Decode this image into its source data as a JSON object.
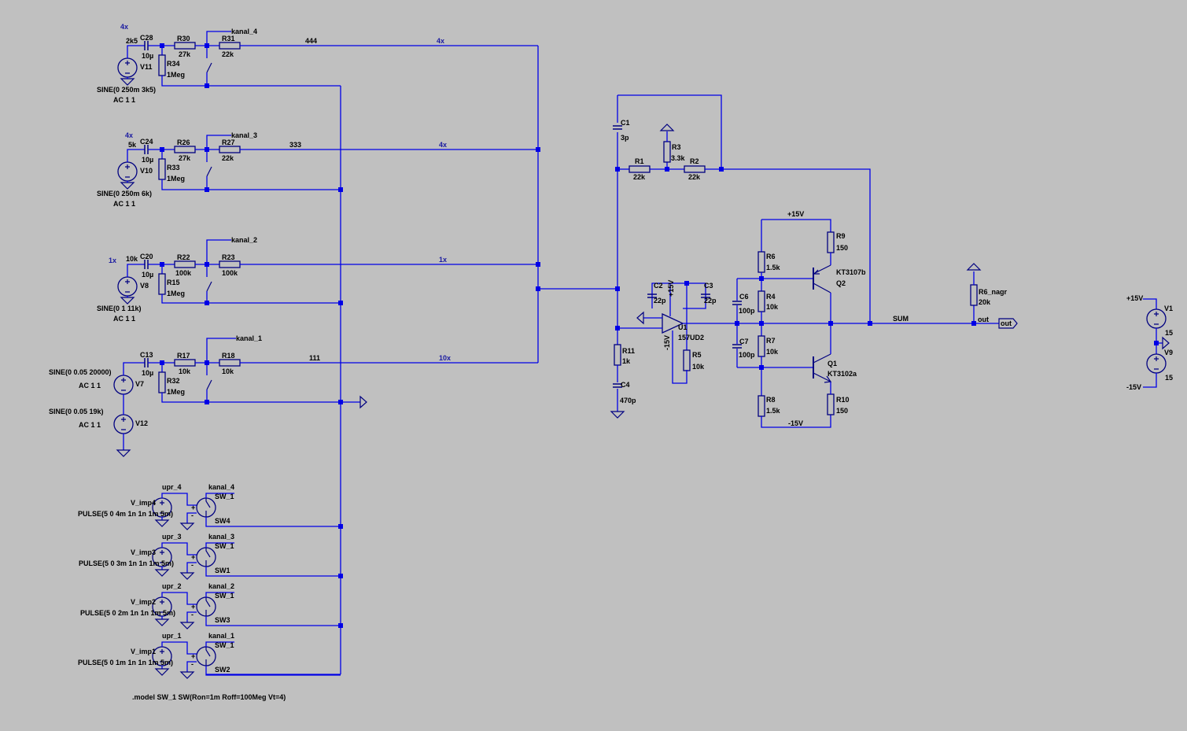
{
  "colors": {
    "background": "#c0c0c0",
    "wire": "#0000e6",
    "component": "#000080",
    "junction": "#0000e6",
    "net_label": "#1a1aa0",
    "text": "#000000"
  },
  "channels": [
    {
      "gain": "4x",
      "src_r": "2k5",
      "cap": "C28",
      "cap_val": "10µ",
      "src": "V11",
      "rb": "R34",
      "rb_val": "1Meg",
      "r1": "R30",
      "r1_val": "27k",
      "r2": "R31",
      "r2_val": "22k",
      "ctrl": "kanal_4",
      "net": "444",
      "sum_gain": "4x",
      "sine": "SINE(0 250m 3k5)",
      "ac": "AC 1 1"
    },
    {
      "gain": "4x",
      "src_r": "5k",
      "cap": "C24",
      "cap_val": "10µ",
      "src": "V10",
      "rb": "R33",
      "rb_val": "1Meg",
      "r1": "R26",
      "r1_val": "27k",
      "r2": "R27",
      "r2_val": "22k",
      "ctrl": "kanal_3",
      "net": "333",
      "sum_gain": "4x",
      "sine": "SINE(0 250m 6k)",
      "ac": "AC 1 1"
    },
    {
      "gain": "1x",
      "src_r": "10k",
      "cap": "C20",
      "cap_val": "10µ",
      "src": "V8",
      "rb": "R15",
      "rb_val": "1Meg",
      "r1": "R22",
      "r1_val": "100k",
      "r2": "R23",
      "r2_val": "100k",
      "ctrl": "kanal_2",
      "sum_gain": "1x",
      "sine": "SINE(0 1 11k)",
      "ac": "AC 1 1"
    },
    {
      "cap": "C13",
      "cap_val": "10µ",
      "src": "V7",
      "rb": "R32",
      "rb_val": "1Meg",
      "r1": "R17",
      "r1_val": "10k",
      "r2": "R18",
      "r2_val": "10k",
      "ctrl": "kanal_1",
      "net": "111",
      "sum_gain": "10x",
      "sine": "SINE(0 0.05 20000)",
      "ac": "AC 1 1",
      "src2": "V12",
      "sine2": "SINE(0 0.05 19k)",
      "ac2": "AC 1 1"
    }
  ],
  "pulses": [
    {
      "ctrl_net": "upr_4",
      "switch_ctrl": "kanal_4",
      "model": "SW_1",
      "src": "V_imp4",
      "pulse": "PULSE(5 0 4m 1n 1n 1m 5m)",
      "sw": "SW4"
    },
    {
      "ctrl_net": "upr_3",
      "switch_ctrl": "kanal_3",
      "model": "SW_1",
      "src": "V_imp3",
      "pulse": "PULSE(5 0 3m 1n 1n 1m 5m)",
      "sw": "SW1"
    },
    {
      "ctrl_net": "upr_2",
      "switch_ctrl": "kanal_2",
      "model": "SW_1",
      "src": "V_imp2",
      "pulse": "PULSE(5 0 2m 1n 1n 1m 5m)",
      "sw": "SW3"
    },
    {
      "ctrl_net": "upr_1",
      "switch_ctrl": "kanal_1",
      "model": "SW_1",
      "src": "V_imp1",
      "pulse": "PULSE(5 0 1m 1n 1n 1m 5m)",
      "sw": "SW2"
    }
  ],
  "plus": "+",
  "minus": "-",
  "model_directive": ".model SW_1 SW(Ron=1m Roff=100Meg Vt=4)",
  "amp": {
    "C1": "C1",
    "C1_val": "3p",
    "R3": "R3",
    "R3_val": "3.3k",
    "R1": "R1",
    "R1_val": "22k",
    "R2": "R2",
    "R2_val": "22k",
    "R11": "R11",
    "R11_val": "1k",
    "C4": "C4",
    "C4_val": "470p",
    "C2": "C2",
    "C2_val": "22p",
    "C3": "C3",
    "C3_val": "22p",
    "U1": "U1",
    "U1_val": "157UD2",
    "R5": "R5",
    "R5_val": "10k",
    "vpos": "+15V",
    "vneg": "-15V",
    "top_rail": "+15V",
    "R9": "R9",
    "R9_val": "150",
    "R6": "R6",
    "R6_val": "1.5k",
    "Q2_model": "KT3107b",
    "Q2": "Q2",
    "C6": "C6",
    "C6_val": "100p",
    "R4": "R4",
    "R4_val": "10k",
    "C7": "C7",
    "C7_val": "100p",
    "R7": "R7",
    "R7_val": "10k",
    "Q1": "Q1",
    "Q1_model": "KT3102a",
    "R8": "R8",
    "R8_val": "1.5k",
    "R10": "R10",
    "R10_val": "150",
    "bottom_rail": "-15V",
    "sum_net": "SUM",
    "Rload": "R6_nagr",
    "Rload_val": "20k",
    "out_net": "out",
    "out_port": "out"
  },
  "supply": {
    "pos_label": "+15V",
    "V1": "V1",
    "V1_val": "15",
    "V9": "V9",
    "V9_val": "15",
    "neg_label": "-15V"
  }
}
